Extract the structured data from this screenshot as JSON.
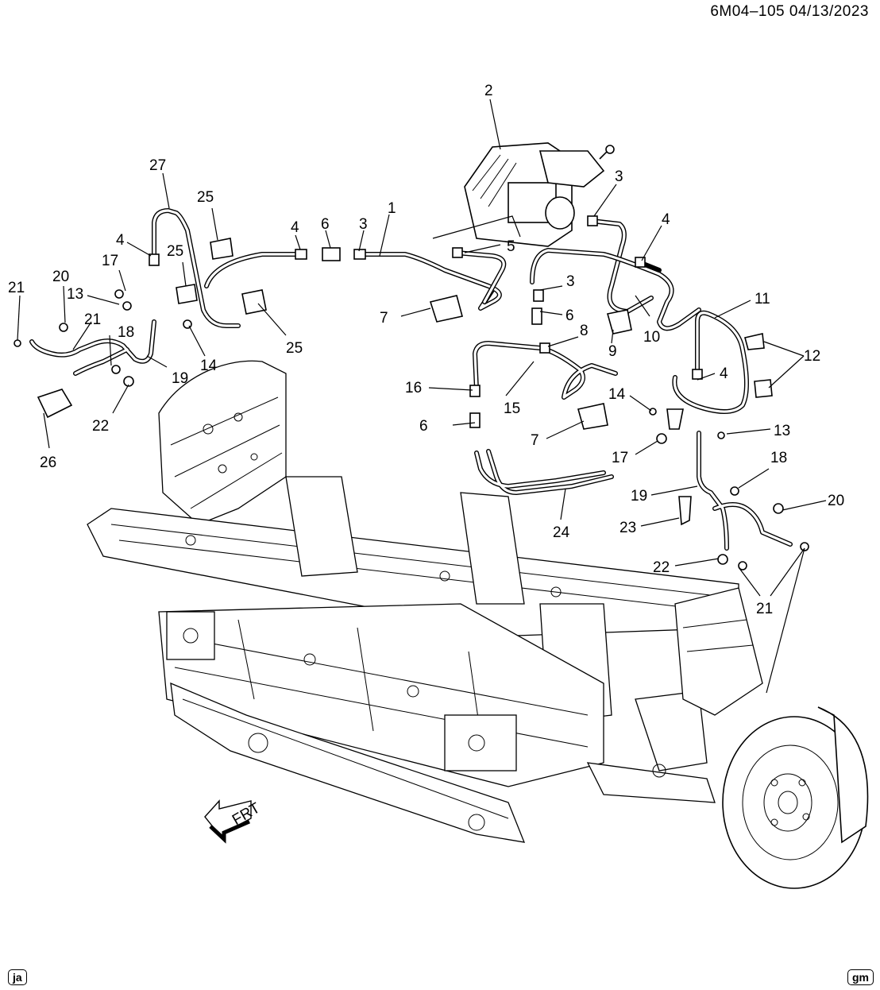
{
  "header": {
    "code": "6M04–105  04/13/2023"
  },
  "callouts": {
    "c1": "1",
    "c2": "2",
    "c3a": "3",
    "c3b": "3",
    "c3c": "3",
    "c4a": "4",
    "c4b": "4",
    "c4c": "4",
    "c4d": "4",
    "c5": "5",
    "c6a": "6",
    "c6b": "6",
    "c6c": "6",
    "c7a": "7",
    "c7b": "7",
    "c8": "8",
    "c9": "9",
    "c10": "10",
    "c11": "11",
    "c12": "12",
    "c13a": "13",
    "c13b": "13",
    "c14a": "14",
    "c14b": "14",
    "c15": "15",
    "c16": "16",
    "c17a": "17",
    "c17b": "17",
    "c18a": "18",
    "c18b": "18",
    "c19a": "19",
    "c19b": "19",
    "c20a": "20",
    "c20b": "20",
    "c21a": "21",
    "c21b": "21",
    "c21c": "21",
    "c22a": "22",
    "c22b": "22",
    "c23": "23",
    "c24": "24",
    "c25a": "25",
    "c25b": "25",
    "c25c": "25",
    "c26": "26",
    "c27": "27"
  },
  "front_arrow": {
    "label": "FRT",
    "icon": "front-direction-arrow-icon"
  },
  "footer": {
    "left_logo": "ja",
    "right_logo": "gm"
  }
}
